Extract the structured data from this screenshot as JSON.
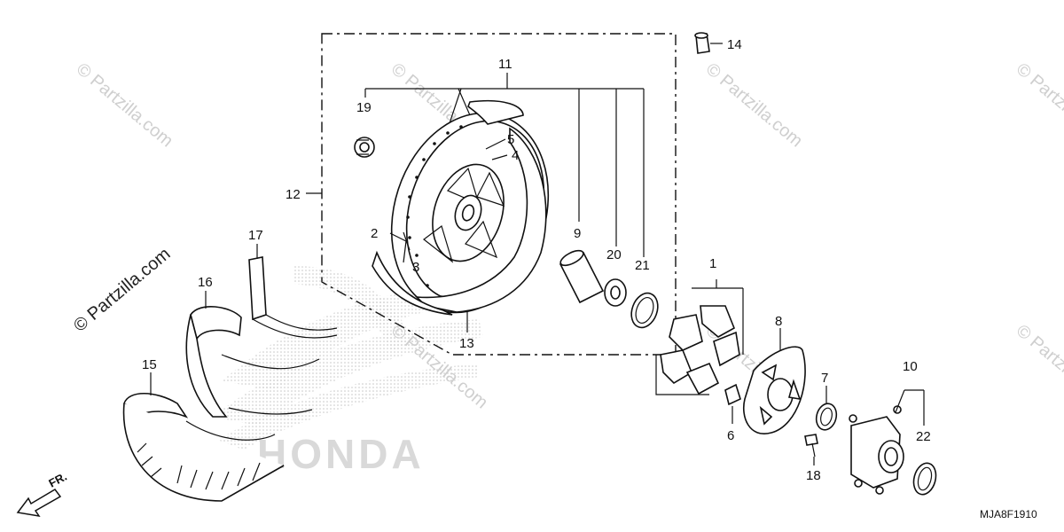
{
  "watermark": "© Partzilla.com",
  "diagram_code": "MJA8F1910",
  "direction_label": "FR.",
  "brand_logo": "HONDA",
  "callouts": [
    "1",
    "2",
    "3",
    "4",
    "5",
    "6",
    "7",
    "8",
    "9",
    "10",
    "11",
    "12",
    "13",
    "14",
    "15",
    "16",
    "17",
    "18",
    "19",
    "20",
    "21",
    "22"
  ]
}
